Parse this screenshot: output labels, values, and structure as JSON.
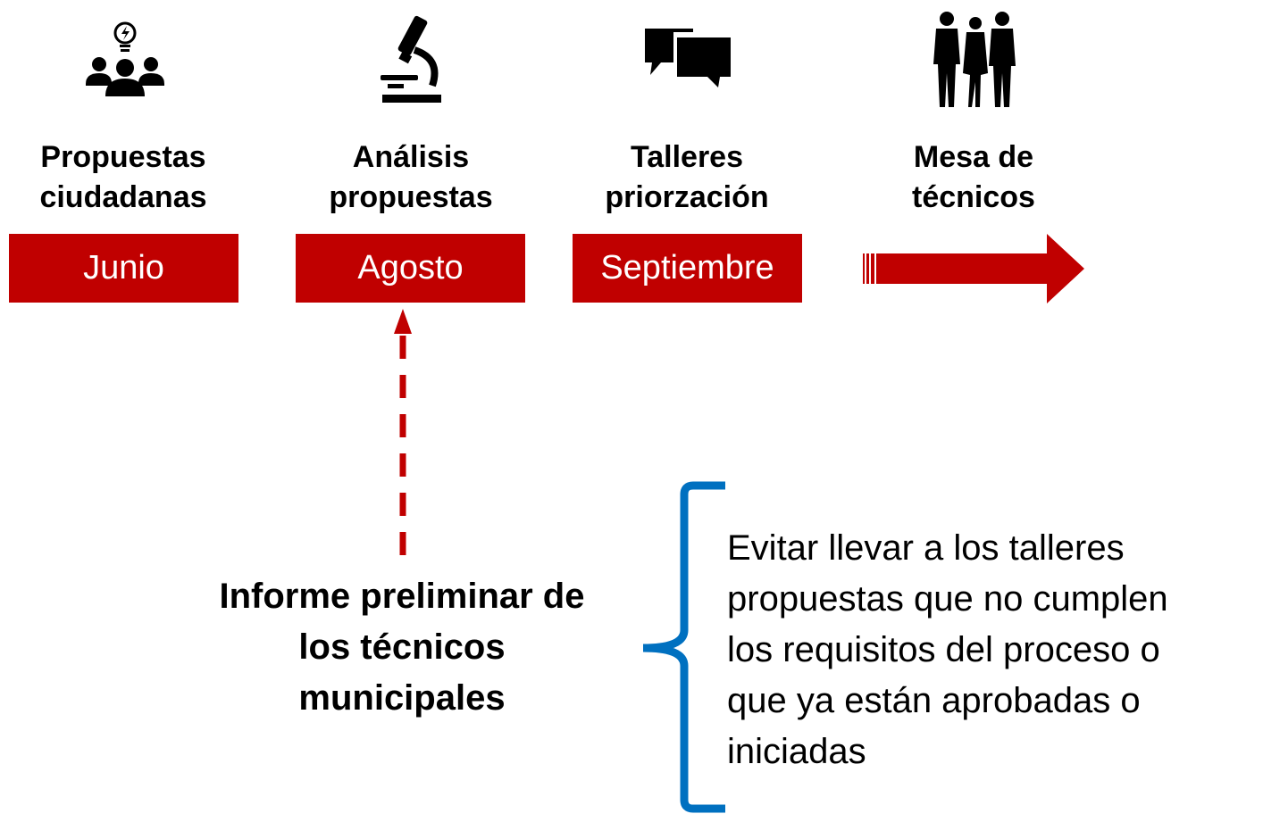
{
  "steps": [
    {
      "icon": "people-idea-icon",
      "title_line1": "Propuestas",
      "title_line2": "ciudadanas",
      "month": "Junio"
    },
    {
      "icon": "microscope-icon",
      "title_line1": "Análisis",
      "title_line2": "propuestas",
      "month": "Agosto"
    },
    {
      "icon": "chat-bubbles-icon",
      "title_line1": "Talleres",
      "title_line2": "priorzación",
      "month": "Septiembre"
    },
    {
      "icon": "business-people-icon",
      "title_line1": "Mesa de",
      "title_line2": "técnicos"
    }
  ],
  "report": {
    "line1": "Informe preliminar de",
    "line2": "los técnicos",
    "line3": "municipales"
  },
  "note": {
    "line1": "Evitar llevar a los talleres",
    "line2": "propuestas que no cumplen",
    "line3": "los requisitos del proceso o",
    "line4": "que ya están aprobadas o",
    "line5": "iniciadas"
  },
  "colors": {
    "accent_red": "#c00000",
    "dashed_red": "#c00000",
    "brace_blue": "#0070c0",
    "icon_black": "#000000"
  }
}
